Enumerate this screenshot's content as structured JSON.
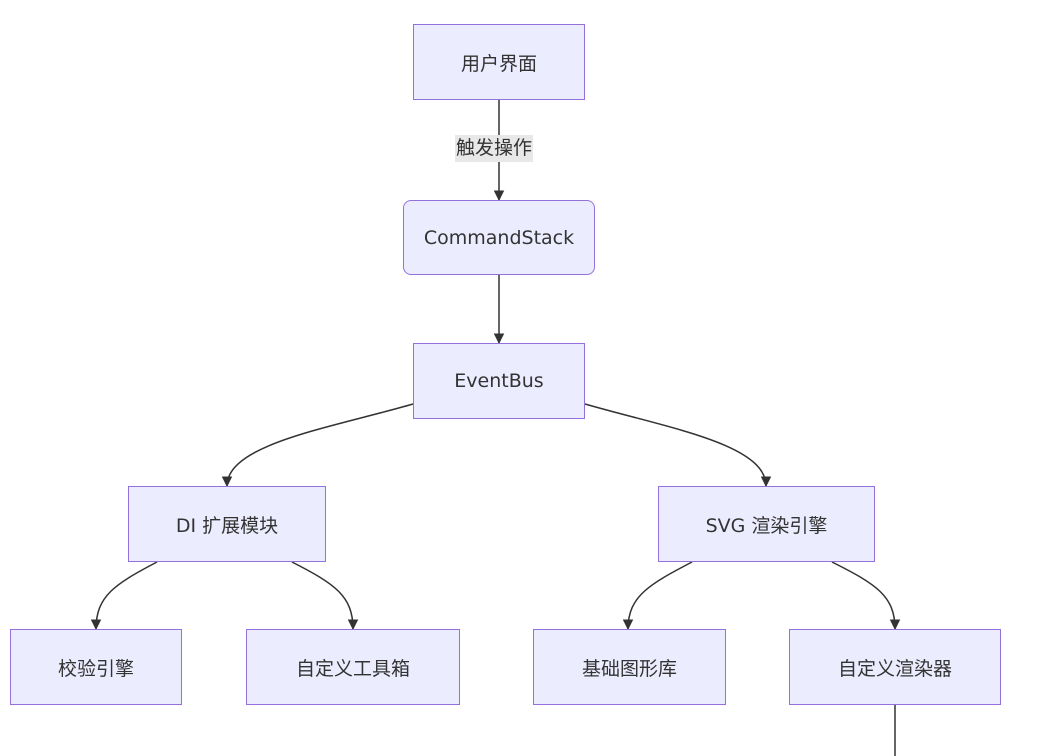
{
  "diagram": {
    "type": "flowchart",
    "colors": {
      "node_fill": "#ececff",
      "node_border": "#9370db",
      "edge": "#333333",
      "label_bg": "#e8e8e8",
      "text": "#333333"
    },
    "nodes": [
      {
        "id": "ui",
        "label": "用户界面"
      },
      {
        "id": "cmd",
        "label": "CommandStack"
      },
      {
        "id": "bus",
        "label": "EventBus"
      },
      {
        "id": "di",
        "label": "DI 扩展模块"
      },
      {
        "id": "svg",
        "label": "SVG 渲染引擎"
      },
      {
        "id": "val",
        "label": "校验引擎"
      },
      {
        "id": "tool",
        "label": "自定义工具箱"
      },
      {
        "id": "base",
        "label": "基础图形库"
      },
      {
        "id": "render",
        "label": "自定义渲染器"
      }
    ],
    "edges": [
      {
        "from": "ui",
        "to": "cmd",
        "label": "触发操作"
      },
      {
        "from": "cmd",
        "to": "bus"
      },
      {
        "from": "bus",
        "to": "di"
      },
      {
        "from": "bus",
        "to": "svg"
      },
      {
        "from": "di",
        "to": "val"
      },
      {
        "from": "di",
        "to": "tool"
      },
      {
        "from": "svg",
        "to": "base"
      },
      {
        "from": "svg",
        "to": "render"
      },
      {
        "from": "render",
        "to": "offscreen"
      }
    ]
  }
}
